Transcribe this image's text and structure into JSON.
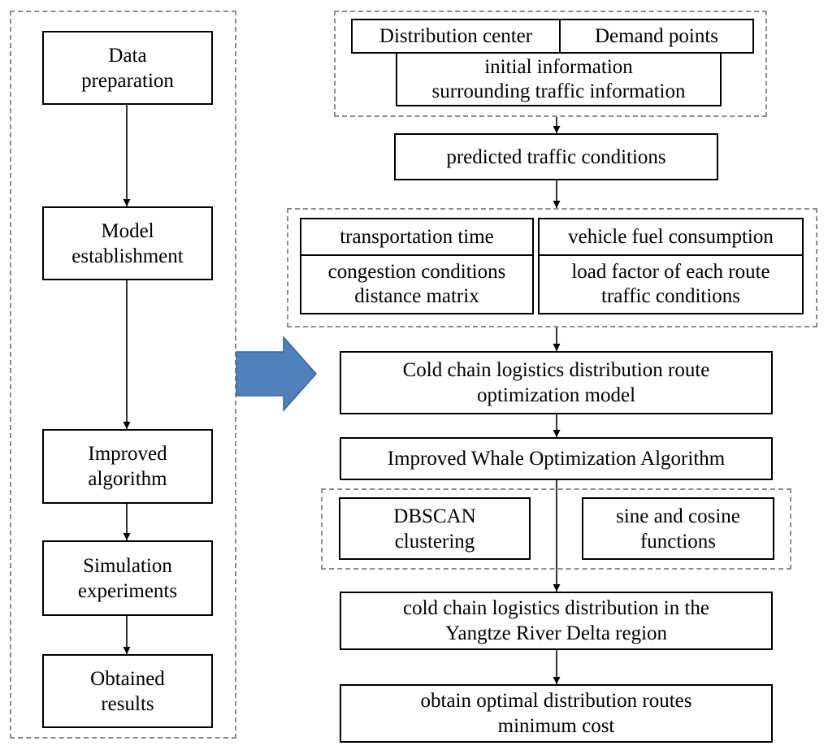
{
  "left_flow": {
    "steps": [
      {
        "lines": [
          "Data",
          "preparation"
        ]
      },
      {
        "lines": [
          "Model",
          "establishment"
        ]
      },
      {
        "lines": [
          "Improved",
          "algorithm"
        ]
      },
      {
        "lines": [
          "Simulation",
          "experiments"
        ]
      },
      {
        "lines": [
          "Obtained",
          "results"
        ]
      }
    ]
  },
  "right_flow": {
    "input_group": {
      "distribution_center": "Distribution center",
      "demand_points": "Demand points",
      "info_lines": [
        "initial information",
        "surrounding traffic information"
      ]
    },
    "prediction": "predicted traffic conditions",
    "factor_group": {
      "left_header": "transportation time",
      "left_lines": [
        "congestion conditions",
        "distance matrix"
      ],
      "right_header": "vehicle fuel consumption",
      "right_lines": [
        "load factor of each route",
        "traffic conditions"
      ]
    },
    "model_lines": [
      "Cold chain logistics distribution route",
      "optimization model"
    ],
    "algorithm": "Improved Whale Optimization Algorithm",
    "improvement_group": {
      "left_lines": [
        "DBSCAN",
        "clustering"
      ],
      "right_lines": [
        "sine and cosine",
        "functions"
      ]
    },
    "application_lines": [
      "cold chain logistics distribution in the",
      "Yangtze River Delta region"
    ],
    "result_lines": [
      "obtain optimal distribution routes",
      "minimum cost"
    ]
  },
  "colors": {
    "big_arrow": "#4f81bd",
    "big_arrow_stroke": "#3a6797",
    "dashed_border": "#8c8c8c"
  }
}
